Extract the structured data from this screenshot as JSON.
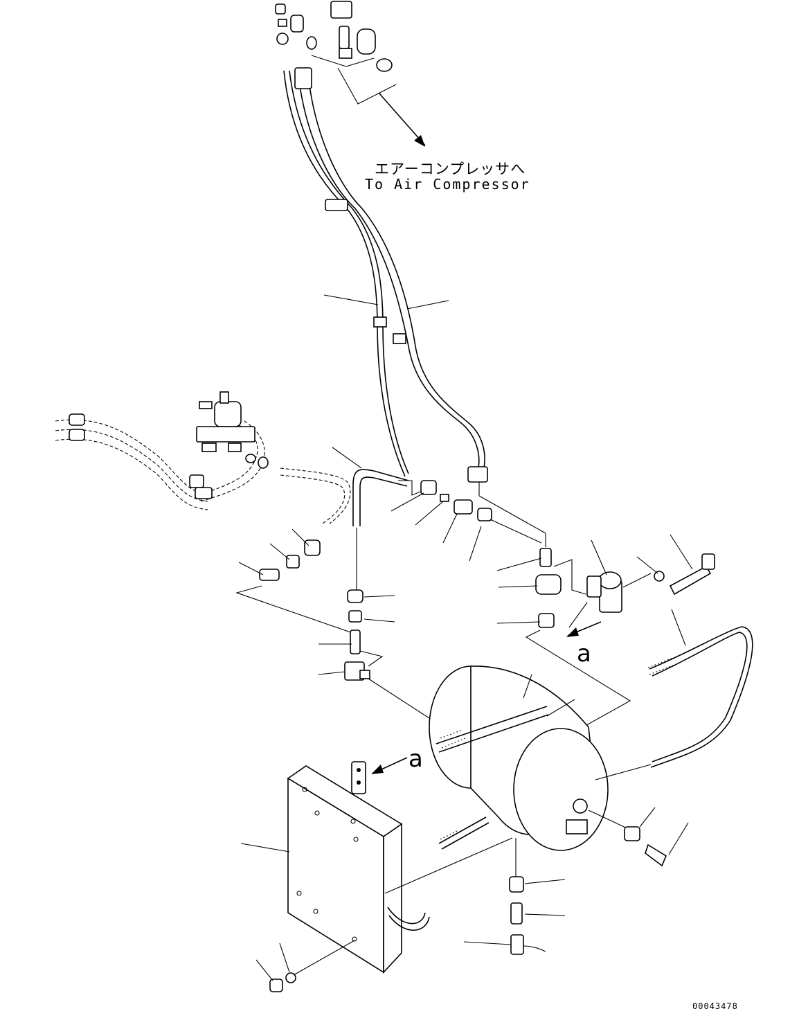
{
  "callout": {
    "destination_jp": "エアーコンプレッサへ",
    "destination_en": "To Air Compressor"
  },
  "view_markers": [
    "a",
    "a"
  ],
  "document_number": "00043478"
}
